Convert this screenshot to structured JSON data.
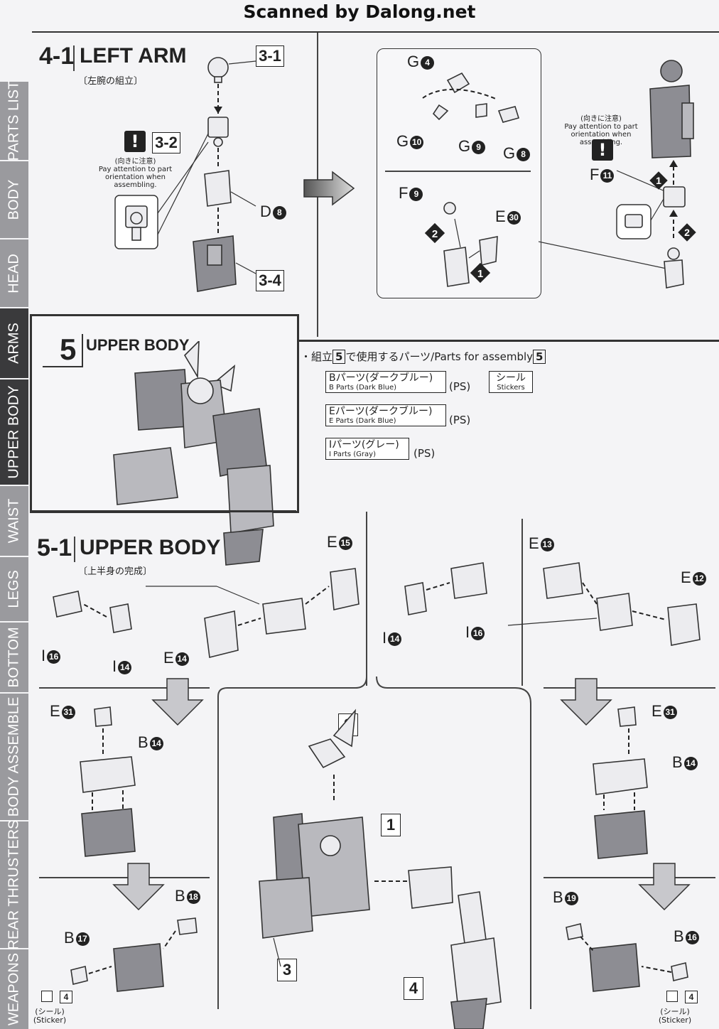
{
  "header": {
    "title": "Scanned by Dalong.net"
  },
  "sidebar": {
    "tabs": [
      {
        "label": "PARTS LIST",
        "active": false
      },
      {
        "label": "BODY",
        "active": false
      },
      {
        "label": "HEAD",
        "active": false
      },
      {
        "label": "ARMS",
        "active": true
      },
      {
        "label": "UPPER BODY",
        "active": true
      },
      {
        "label": "WAIST",
        "active": false
      },
      {
        "label": "LEGS",
        "active": false
      },
      {
        "label": "BOTTOM",
        "active": false
      },
      {
        "label": "BODY ASSEMBLE",
        "active": false
      },
      {
        "label": "REAR THRUSTERS",
        "active": false
      },
      {
        "label": "WEAPONS",
        "active": false
      }
    ]
  },
  "step4_1": {
    "number": "4-1",
    "title": "LEFT ARM",
    "subtitle": "〔左腕の組立〕",
    "ref_a": "3-1",
    "ref_b": "3-2",
    "ref_c": "3-4",
    "part_d": "D",
    "part_d_num": "8",
    "attention_jp": "(向きに注意)",
    "attention_en1": "Pay attention to part",
    "attention_en2": "orientation when assembling."
  },
  "hand_panel": {
    "g4": "G",
    "g4n": "4",
    "g10": "G",
    "g10n": "10",
    "g9": "G",
    "g9n": "9",
    "g8": "G",
    "g8n": "8",
    "f9": "F",
    "f9n": "9",
    "e30": "E",
    "e30n": "30",
    "step1": "1",
    "step2": "2"
  },
  "right_assembly": {
    "f11": "F",
    "f11n": "11",
    "attention_jp": "(向きに注意)",
    "attention_en1": "Pay attention to part",
    "attention_en2": "orientation when assembling.",
    "step1": "1",
    "step2": "2"
  },
  "step5": {
    "number": "5",
    "title": "UPPER BODY",
    "parts_heading_prefix": "・組立",
    "parts_heading_num": "5",
    "parts_heading_mid": "で使用するパーツ/Parts for assembly",
    "parts_heading_num2": "5",
    "parts": [
      {
        "jp": "Bパーツ(ダークブルー)",
        "en": "B Parts (Dark Blue)",
        "mat": "(PS)"
      },
      {
        "jp": "Eパーツ(ダークブルー)",
        "en": "E Parts (Dark Blue)",
        "mat": "(PS)"
      },
      {
        "jp": "Iパーツ(グレー)",
        "en": "I Parts (Gray)",
        "mat": "(PS)"
      }
    ],
    "sticker_jp": "シール",
    "sticker_en": "Stickers"
  },
  "step5_1": {
    "number": "5-1",
    "title": "UPPER BODY",
    "subtitle": "〔上半身の完成〕",
    "labels": {
      "i16_left": "I",
      "i16_left_n": "16",
      "i14_left": "I",
      "i14_left_n": "14",
      "e14": "E",
      "e14_n": "14",
      "e15": "E",
      "e15_n": "15",
      "i14_mid": "I",
      "i14_mid_n": "14",
      "i16_mid": "I",
      "i16_mid_n": "16",
      "e13": "E",
      "e13_n": "13",
      "e12": "E",
      "e12_n": "12",
      "e31_left": "E",
      "e31_left_n": "31",
      "b14_left": "B",
      "b14_left_n": "14",
      "e31_right": "E",
      "e31_right_n": "31",
      "b14_right": "B",
      "b14_right_n": "14",
      "b18": "B",
      "b18_n": "18",
      "b17": "B",
      "b17_n": "17",
      "b19": "B",
      "b19_n": "19",
      "b16": "B",
      "b16_n": "16"
    },
    "refs": {
      "r2": "2",
      "r1": "1",
      "r3": "3",
      "r4": "4"
    },
    "sticker_left_num": "4",
    "sticker_right_num": "4",
    "sticker_jp": "(シール)",
    "sticker_en": "(Sticker)"
  }
}
